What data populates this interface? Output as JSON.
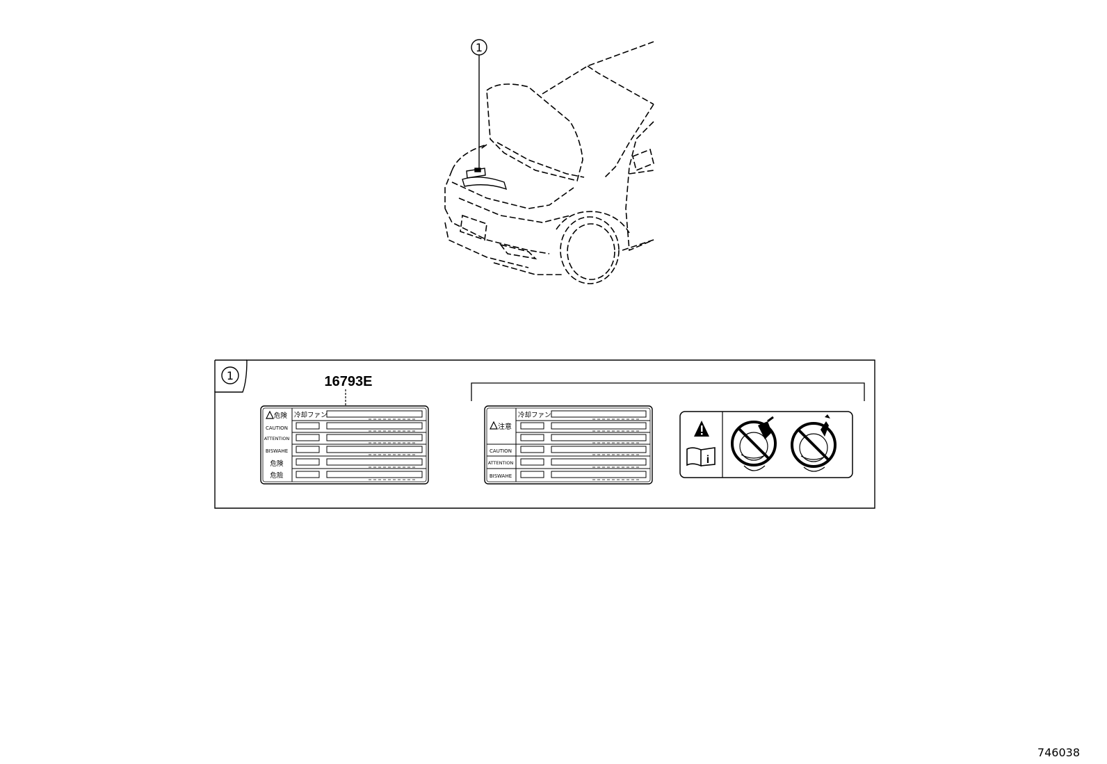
{
  "callout": {
    "number": "1"
  },
  "detail": {
    "callout_number": "1",
    "part_number": "16793E"
  },
  "label_left": {
    "header_warning": "危険",
    "header_fan": "冷却ファン",
    "rows": [
      "CAUTION",
      "ATTENTION",
      "BISWAHE",
      "危険",
      "危險"
    ]
  },
  "label_right": {
    "header_warning": "注意",
    "header_fan": "冷却ファン",
    "rows": [
      "CAUTION",
      "ATTENTION",
      "BISWAHE"
    ]
  },
  "pictogram_label": {
    "info_glyph": "i"
  },
  "diagram_id": "746038",
  "colors": {
    "line": "#000000",
    "background": "#ffffff"
  }
}
